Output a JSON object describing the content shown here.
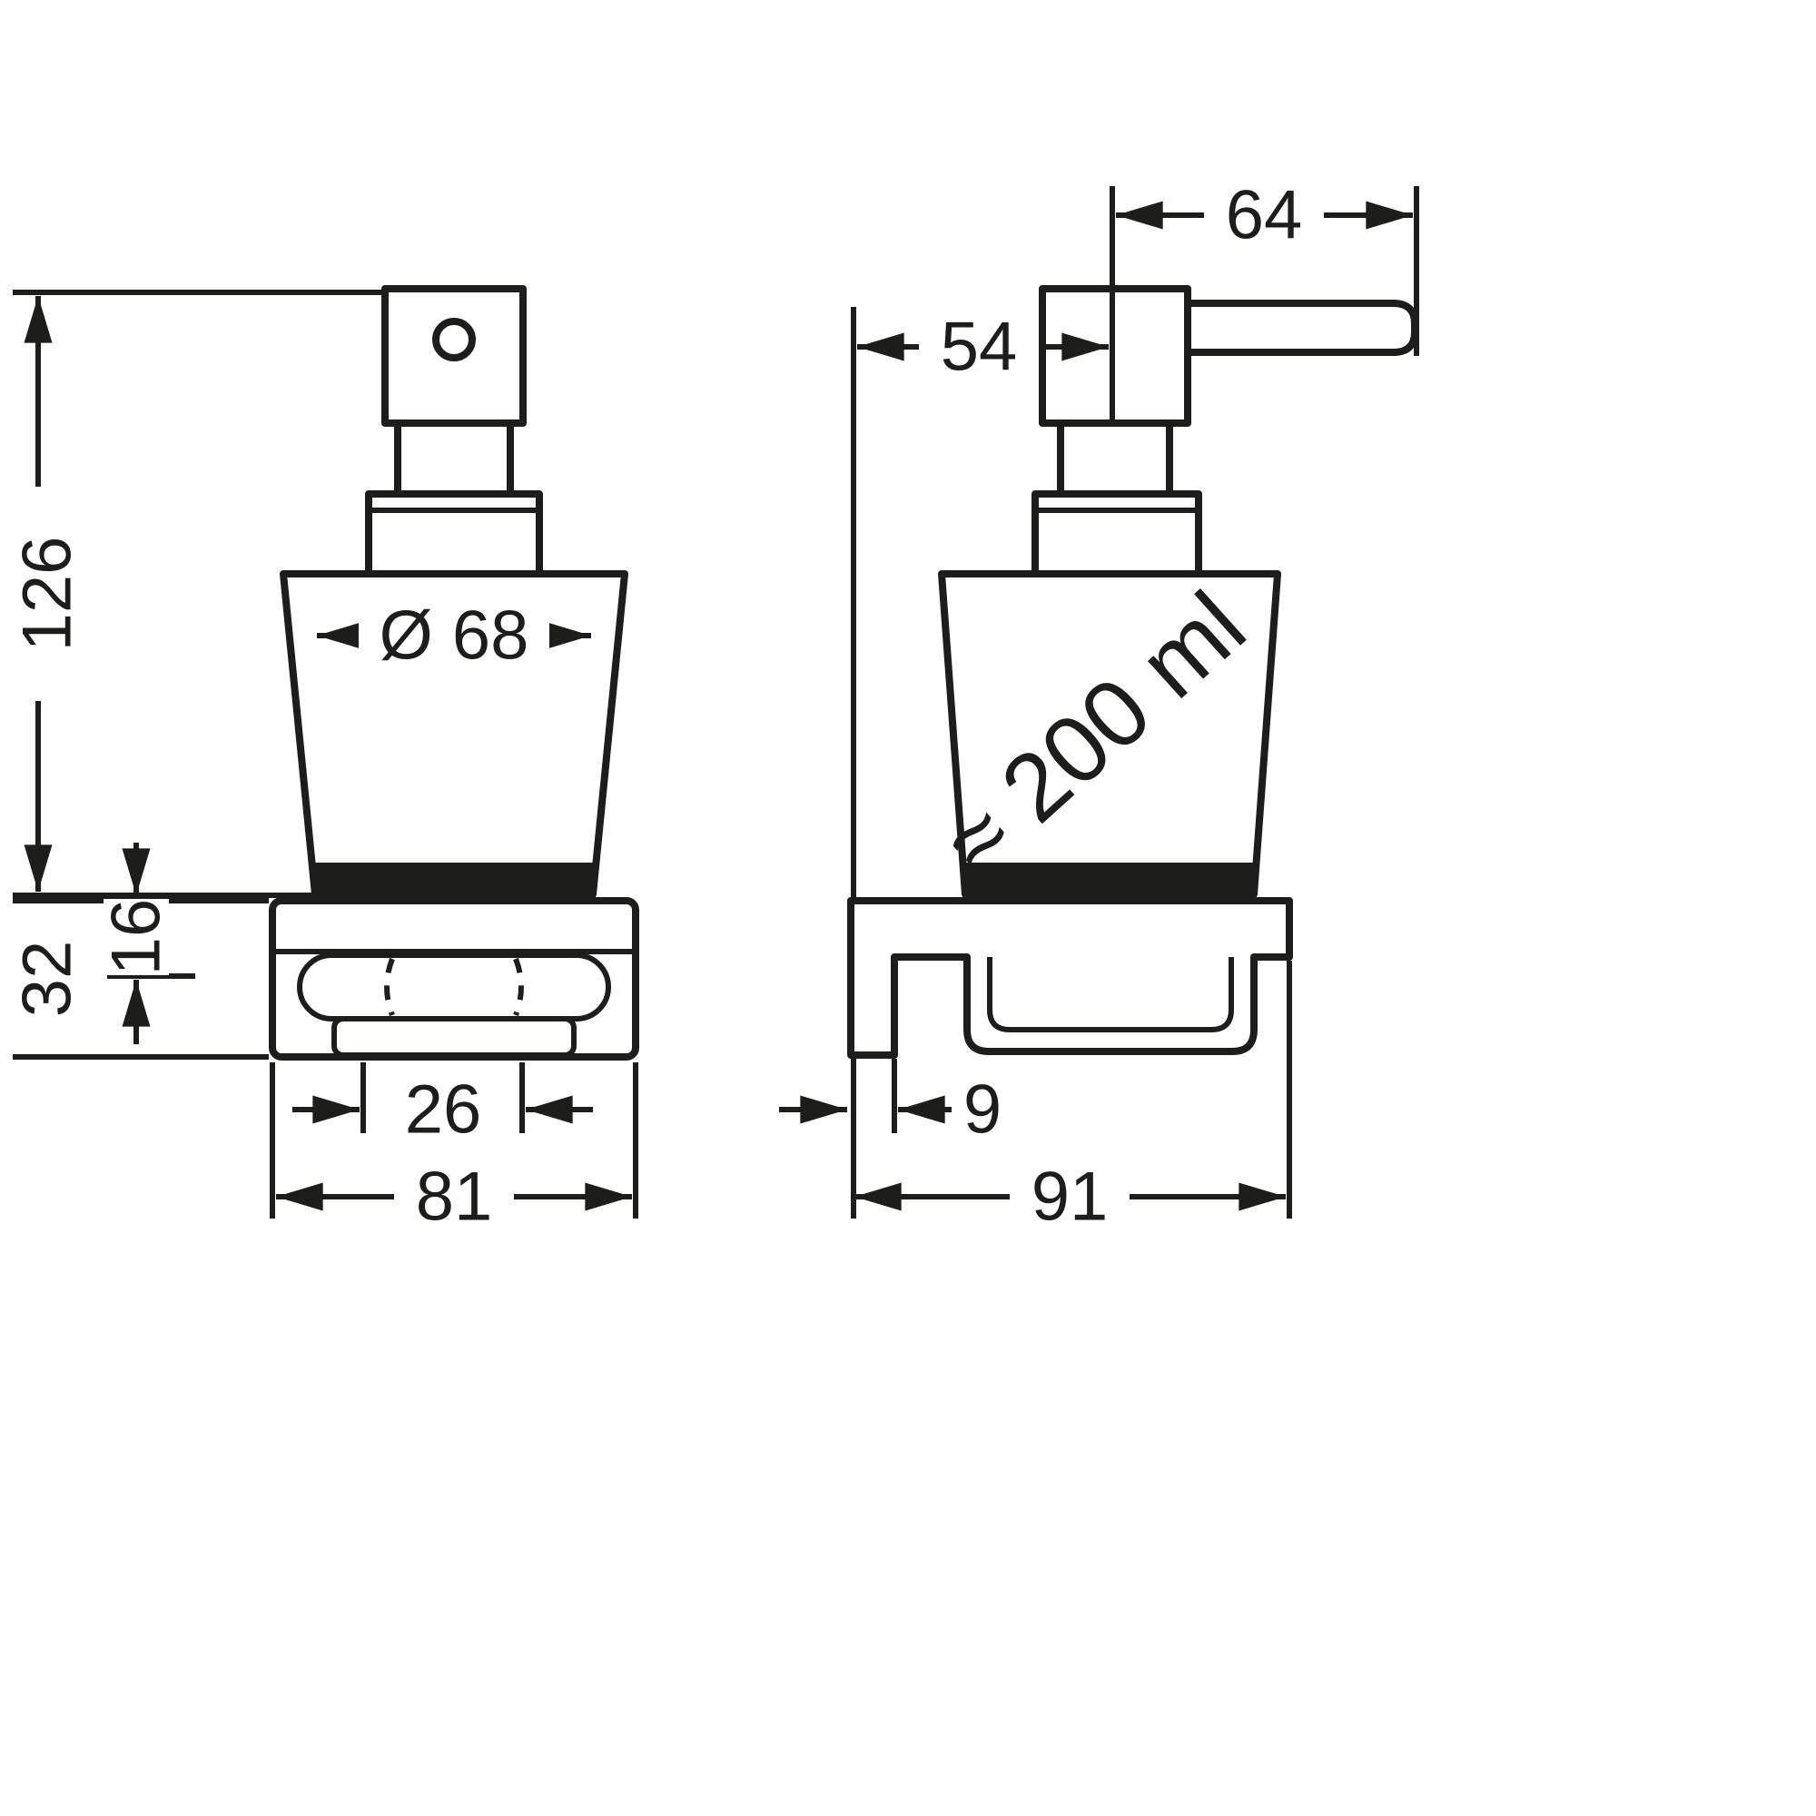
{
  "diagram": {
    "type": "technical-dimension-drawing",
    "subject": "wall-mounted soap dispenser with holder, front and side views"
  },
  "dimensions": {
    "front": {
      "total_height": "126",
      "holder_height": "32",
      "holder_inset": "16",
      "body_diameter": "Ø 68",
      "dish_depth": "26",
      "overall_width": "81"
    },
    "side": {
      "lever_length": "64",
      "wall_to_pump_axis": "54",
      "plate_thickness": "9",
      "overall_depth": "91",
      "capacity": "≈ 200 ml"
    }
  },
  "colors": {
    "line": "#1d1d1b",
    "background": "#ffffff"
  }
}
